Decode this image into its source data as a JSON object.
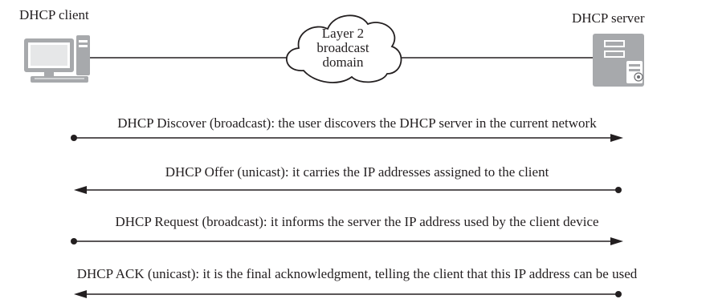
{
  "client": {
    "label": "DHCP client",
    "icon": "desktop-computer-icon"
  },
  "server": {
    "label": "DHCP server",
    "icon": "server-icon"
  },
  "cloud": {
    "icon": "cloud-icon",
    "lines": [
      "Layer 2",
      "broadcast",
      "domain"
    ]
  },
  "messages": [
    {
      "text": "DHCP Discover (broadcast): the user discovers the DHCP server in the current network",
      "direction": "client-to-server"
    },
    {
      "text": "DHCP Offer (unicast): it carries the IP addresses assigned to the client",
      "direction": "server-to-client"
    },
    {
      "text": "DHCP Request (broadcast): it informs the server the IP address used by the client device",
      "direction": "client-to-server"
    },
    {
      "text": "DHCP ACK (unicast): it is the final acknowledgment, telling the client that this IP address can be used",
      "direction": "server-to-client"
    }
  ],
  "colors": {
    "icon_fill": "#a7a9ac",
    "icon_dark": "#6d6e71",
    "line": "#231f20"
  }
}
